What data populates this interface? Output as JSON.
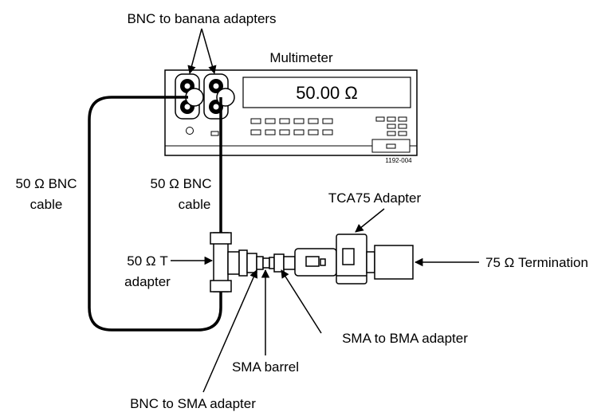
{
  "labels": {
    "bnc_to_banana": "BNC to banana adapters",
    "multimeter": "Multimeter",
    "display_value": "50.00 Ω",
    "figure_id": "1192-004",
    "cable_left_line1": "50 Ω BNC",
    "cable_left_line2": "cable",
    "cable_right_line1": "50 Ω BNC",
    "cable_right_line2": "cable",
    "t_adapter_line1": "50 Ω T",
    "t_adapter_line2": "adapter",
    "tca75_adapter": "TCA75 Adapter",
    "termination": "75 Ω Termination",
    "sma_to_bma": "SMA to BMA adapter",
    "sma_barrel": "SMA barrel",
    "bnc_to_sma": "BNC to SMA adapter"
  }
}
